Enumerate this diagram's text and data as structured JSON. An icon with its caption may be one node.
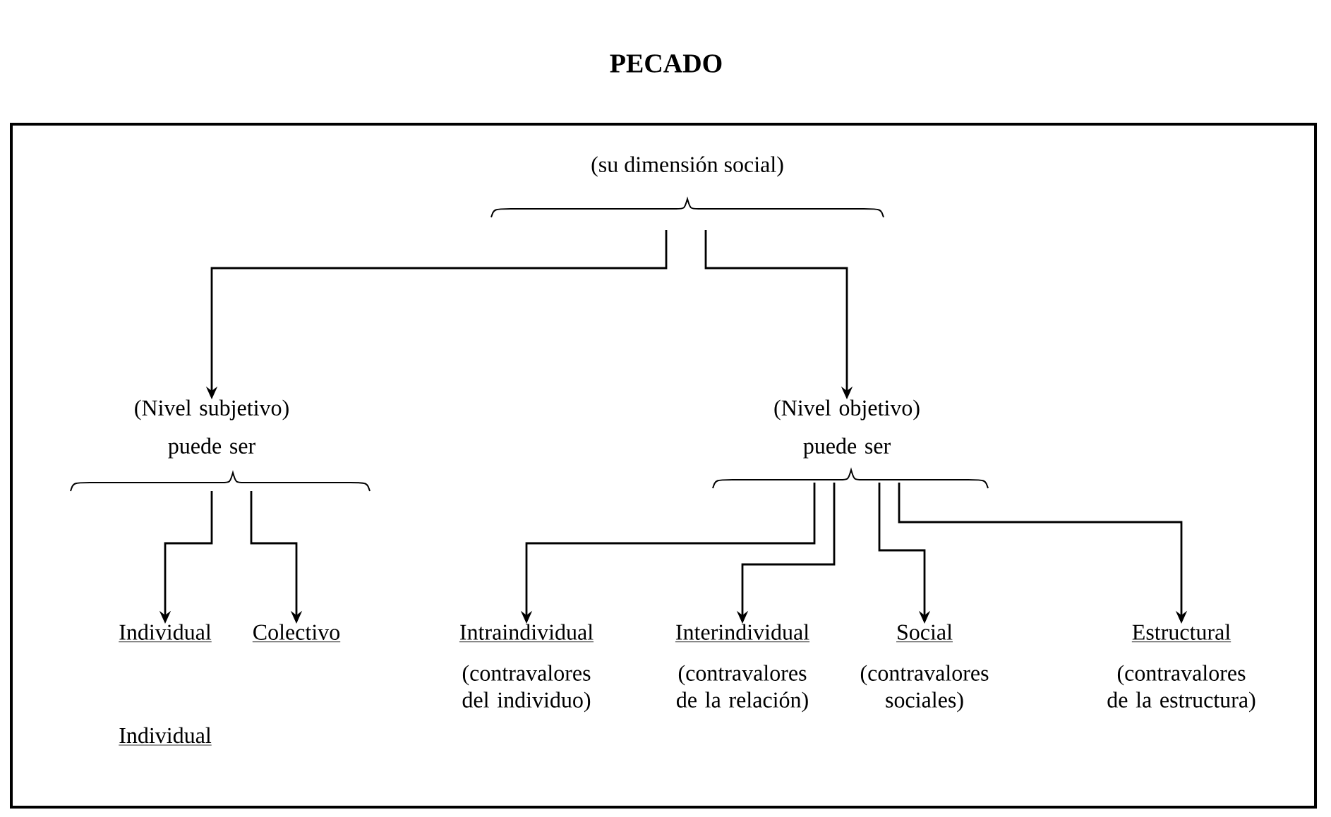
{
  "diagram": {
    "title": "PECADO",
    "nodes": [
      {
        "text": [
          "(su dimensión social)"
        ]
      },
      {
        "text": [
          "(Nivel subjetivo) puede ser"
        ]
      },
      {
        "text": [
          "(Nivel objetivo) puede ser"
        ]
      },
      {
        "text": [
          "Individual"
        ]
      },
      {
        "text": [
          "Colectivo"
        ]
      },
      {
        "text": [
          "Intraindividual",
          "(contravalores del individuo)"
        ]
      },
      {
        "text": [
          "Interindividual",
          "(contravalores de la relación)"
        ]
      },
      {
        "text": [
          "Social",
          "(contravalores sociales)"
        ]
      },
      {
        "text": [
          "Estructural",
          "(contravalores de la estructura)"
        ]
      }
    ],
    "edges": [
      {
        "from": 0,
        "to": 1,
        "arrow": "to"
      },
      {
        "from": 0,
        "to": 2,
        "arrow": "to"
      },
      {
        "from": 1,
        "to": 3,
        "arrow": "to"
      },
      {
        "from": 1,
        "to": 4,
        "arrow": "to"
      },
      {
        "from": 2,
        "to": 5,
        "arrow": "to"
      },
      {
        "from": 2,
        "to": 6,
        "arrow": "to"
      },
      {
        "from": 2,
        "to": 7,
        "arrow": "to"
      },
      {
        "from": 2,
        "to": 8,
        "arrow": "to"
      }
    ],
    "labels": [
      "Individual"
    ]
  }
}
